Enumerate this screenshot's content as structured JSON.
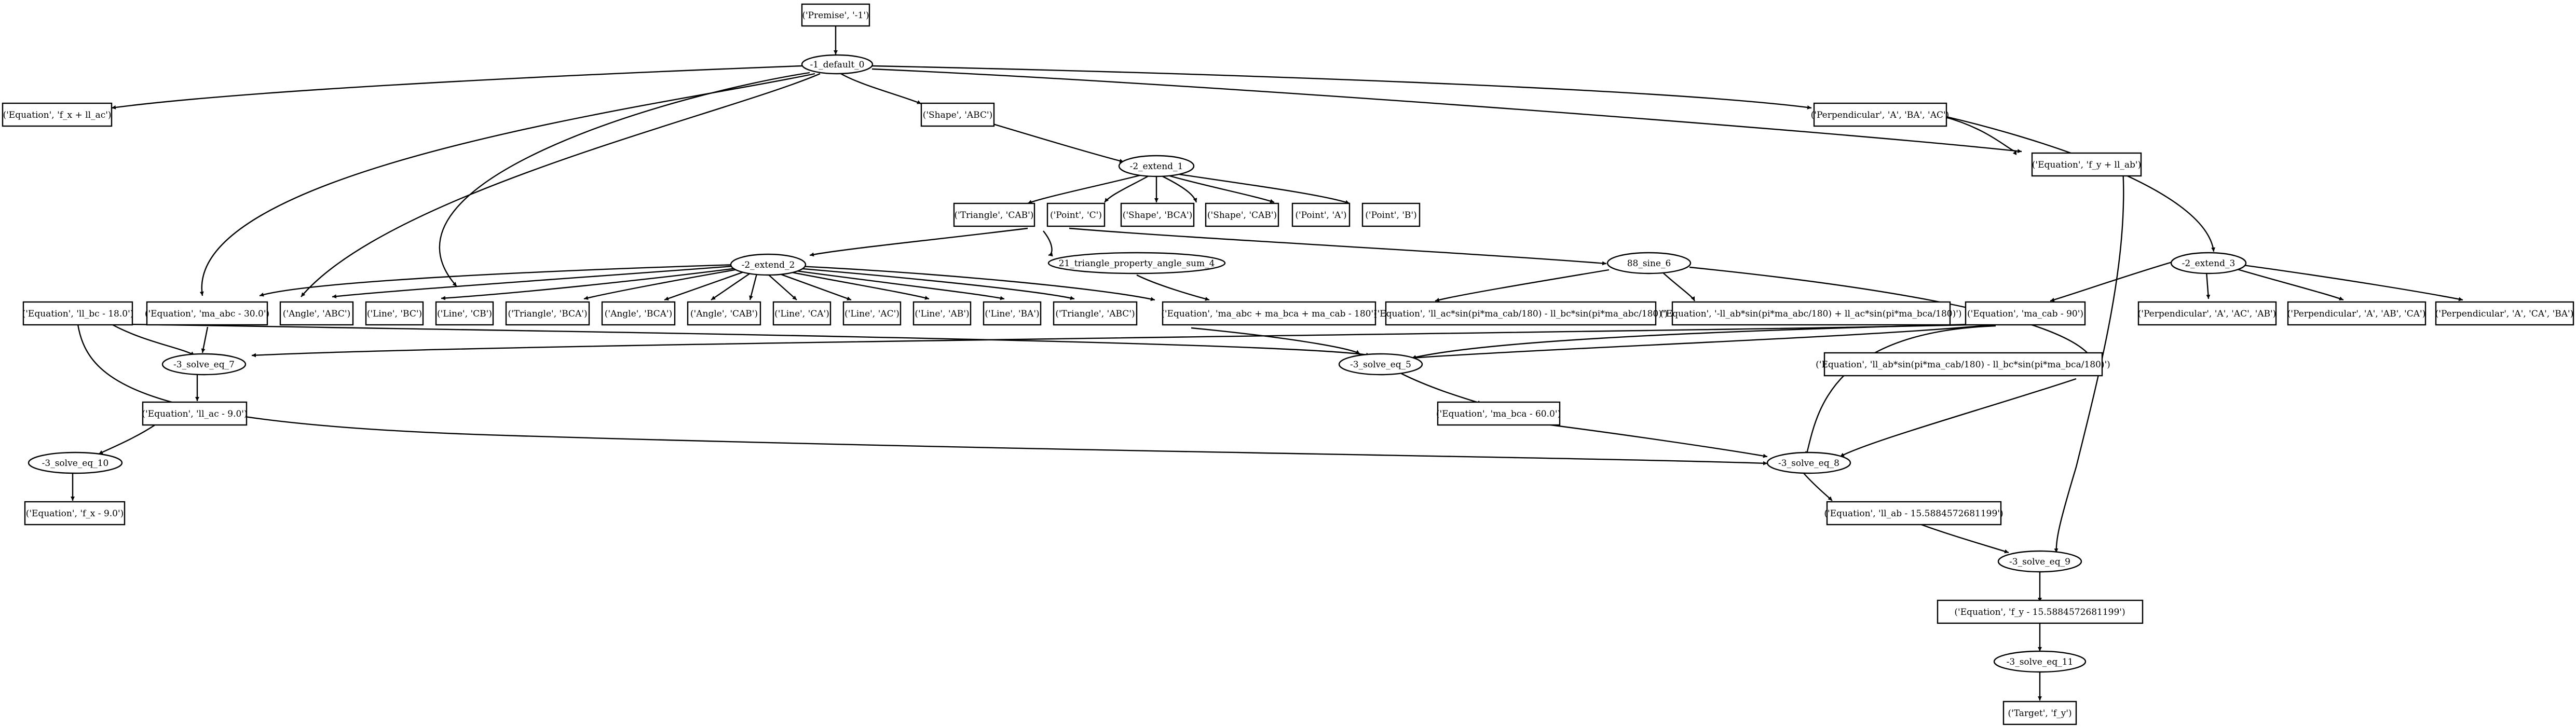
{
  "nodes": {
    "premise": "('Premise', '-1')",
    "default0": "-1_default_0",
    "eq_fx": "('Equation', 'f_x + ll_ac')",
    "shape_abc": "('Shape', 'ABC')",
    "perp_ba_ac": "('Perpendicular', 'A', 'BA', 'AC')",
    "extend1": "-2_extend_1",
    "eq_fy": "('Equation', 'f_y + ll_ab')",
    "tri_cab": "('Triangle', 'CAB')",
    "point_c": "('Point', 'C')",
    "shape_bca": "('Shape', 'BCA')",
    "shape_cab": "('Shape', 'CAB')",
    "point_a": "('Point', 'A')",
    "point_b": "('Point', 'B')",
    "extend2": "-2_extend_2",
    "tri_prop": "21_triangle_property_angle_sum_4",
    "sine6": "88_sine_6",
    "extend3": "-2_extend_3",
    "eq_llbc": "('Equation', 'll_bc - 18.0')",
    "eq_maabc": "('Equation', 'ma_abc - 30.0')",
    "angle_abc": "('Angle', 'ABC')",
    "line_bc": "('Line', 'BC')",
    "line_cb": "('Line', 'CB')",
    "tri_bca": "('Triangle', 'BCA')",
    "angle_bca": "('Angle', 'BCA')",
    "angle_cab": "('Angle', 'CAB')",
    "line_ca": "('Line', 'CA')",
    "line_ac": "('Line', 'AC')",
    "line_ab": "('Line', 'AB')",
    "line_ba": "('Line', 'BA')",
    "tri_abc": "('Triangle', 'ABC')",
    "eq_sum": "('Equation', 'ma_abc + ma_bca + ma_cab - 180')",
    "eq_sine1": "('Equation', 'll_ac*sin(pi*ma_cab/180) - ll_bc*sin(pi*ma_abc/180)')",
    "eq_sine2": "('Equation', '-ll_ab*sin(pi*ma_abc/180) + ll_ac*sin(pi*ma_bca/180)')",
    "eq_macab": "('Equation', 'ma_cab - 90')",
    "perp_ac_ab": "('Perpendicular', 'A', 'AC', 'AB')",
    "perp_ab_ca": "('Perpendicular', 'A', 'AB', 'CA')",
    "perp_ca_ba": "('Perpendicular', 'A', 'CA', 'BA')",
    "solve7": "-3_solve_eq_7",
    "solve5": "-3_solve_eq_5",
    "eq_sine3": "('Equation', 'll_ab*sin(pi*ma_cab/180) - ll_bc*sin(pi*ma_bca/180)')",
    "eq_llac": "('Equation', 'll_ac - 9.0')",
    "eq_mabca": "('Equation', 'ma_bca - 60.0')",
    "solve10": "-3_solve_eq_10",
    "solve8": "-3_solve_eq_8",
    "eq_fx_val": "('Equation', 'f_x - 9.0')",
    "eq_llab": "('Equation', 'll_ab - 15.5884572681199')",
    "solve9": "-3_solve_eq_9",
    "eq_fy_val": "('Equation', 'f_y - 15.5884572681199')",
    "solve11": "-3_solve_eq_11",
    "target": "('Target', 'f_y')"
  }
}
